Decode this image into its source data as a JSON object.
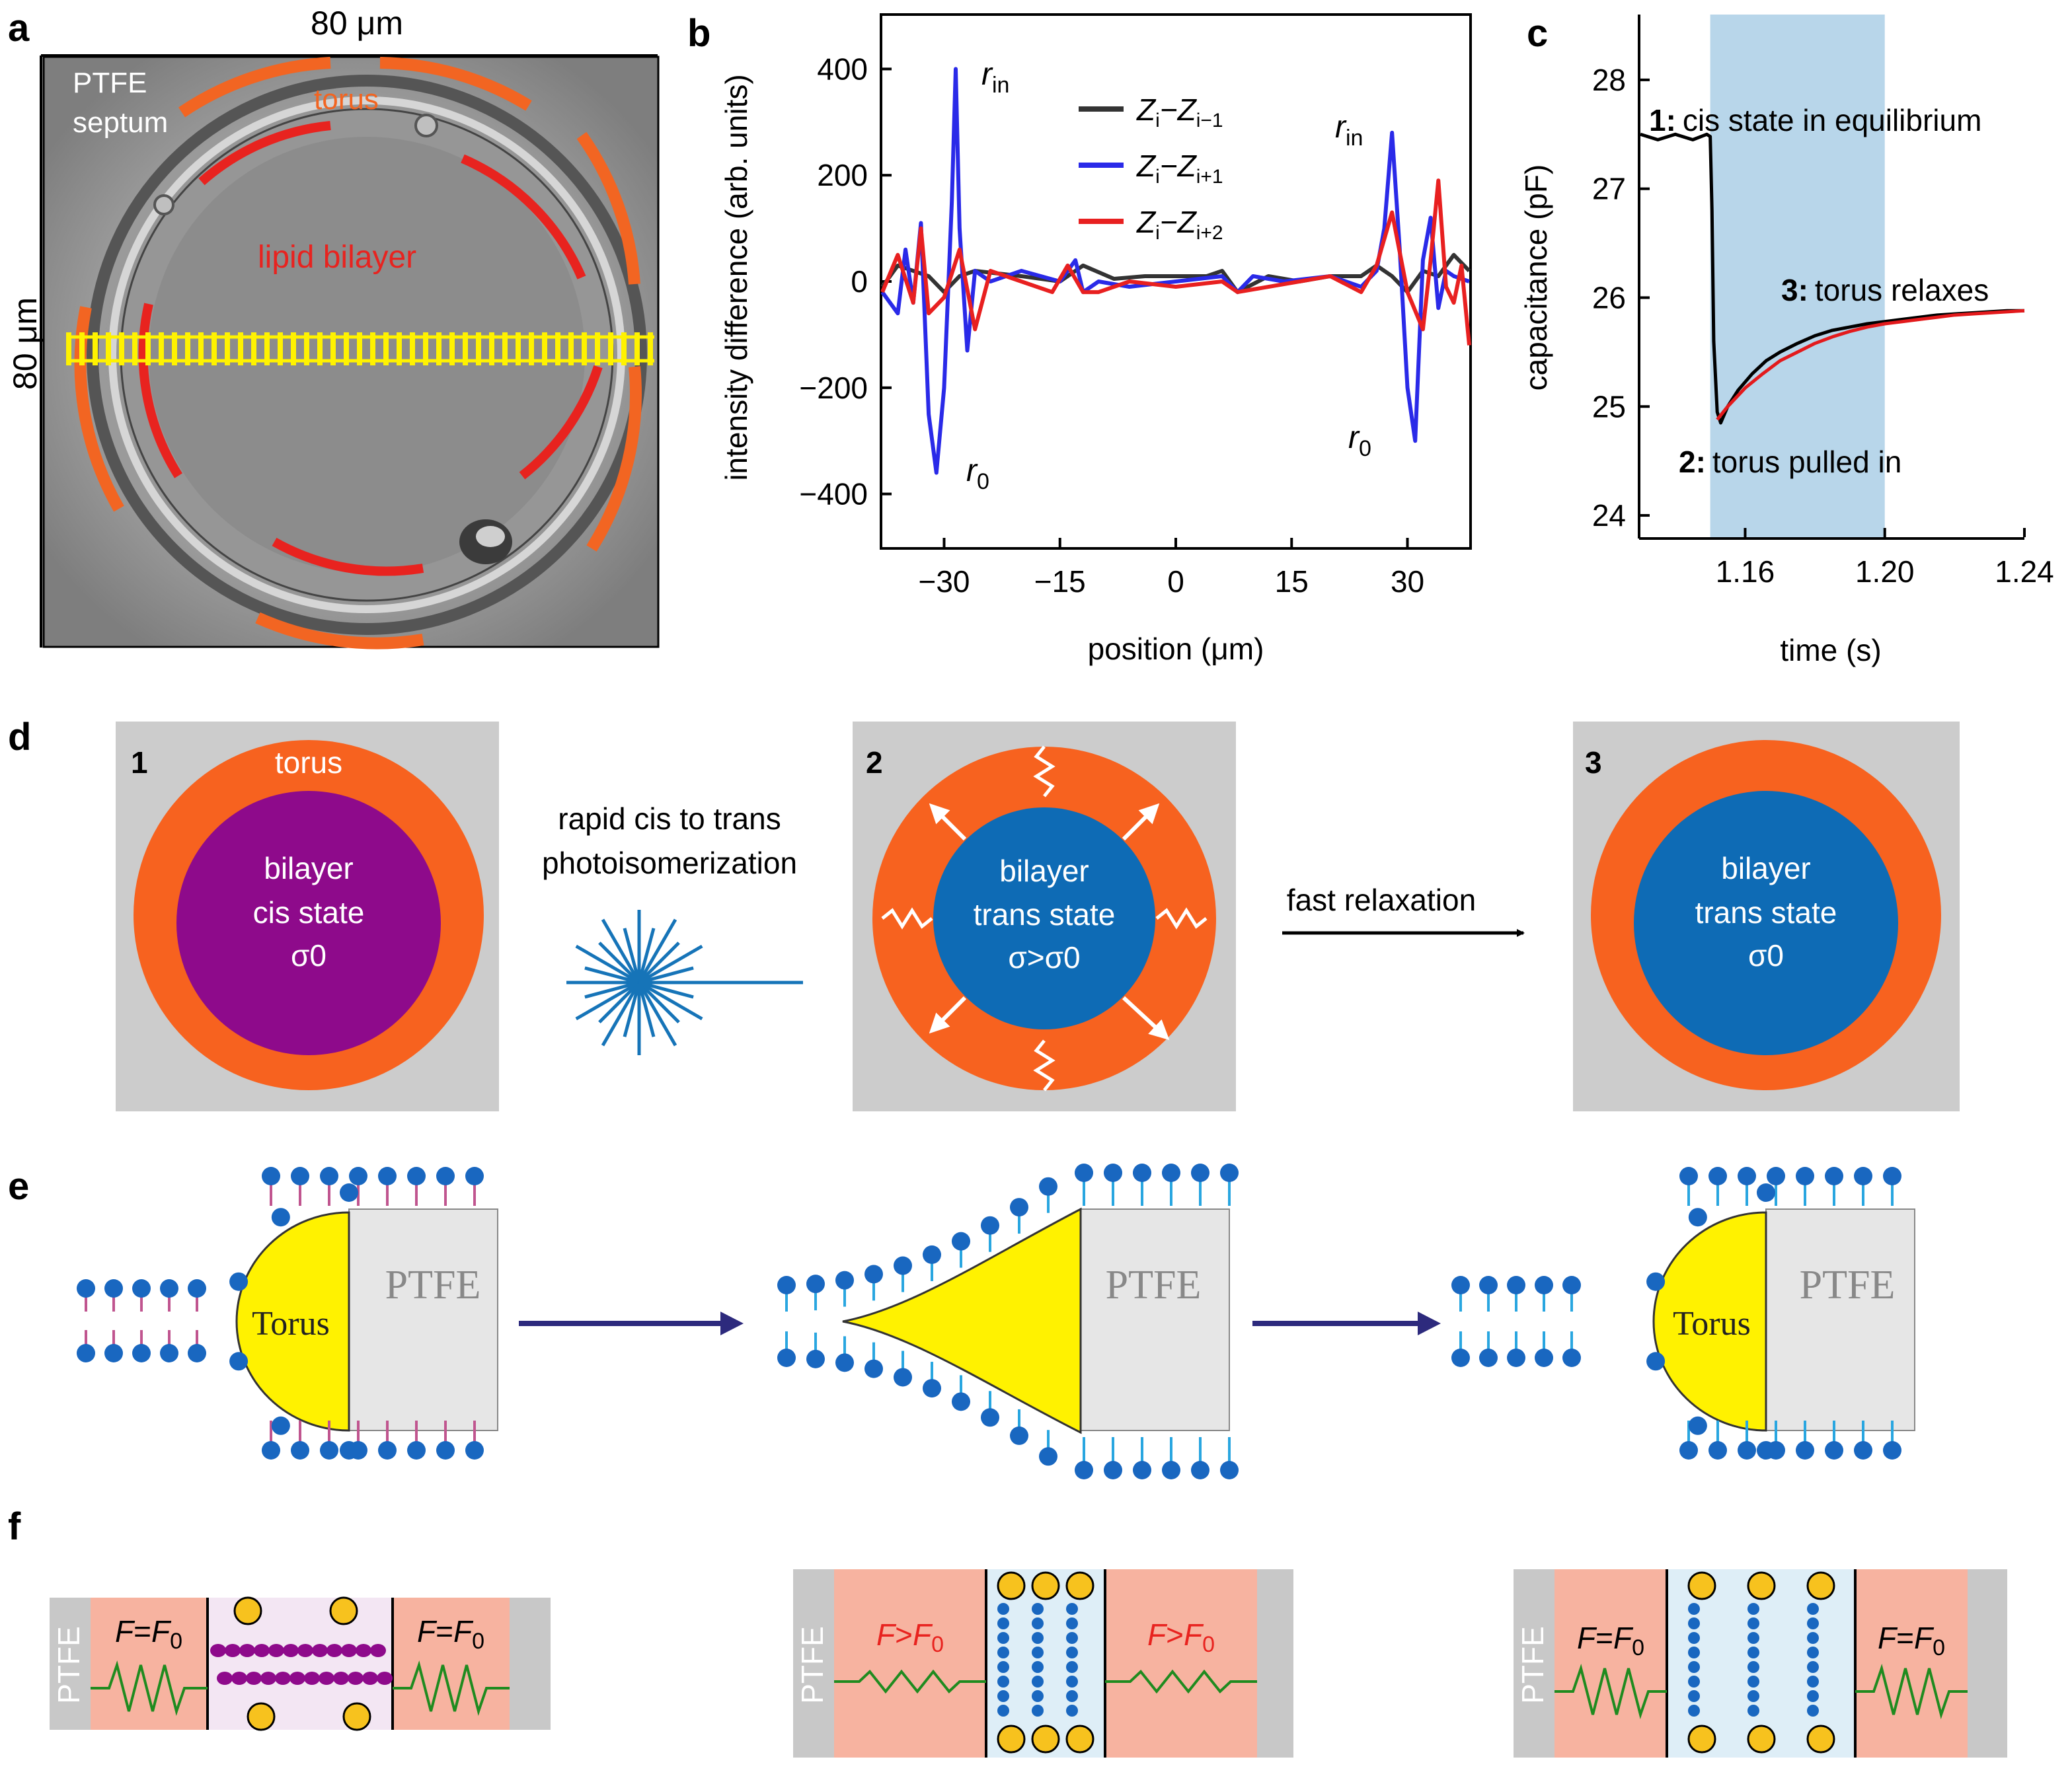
{
  "panel_letters": {
    "a": "a",
    "b": "b",
    "c": "c",
    "d": "d",
    "e": "e",
    "f": "f"
  },
  "panel_a": {
    "top_label": "80 μm",
    "side_label": "80 μm",
    "ptfe_label": "PTFE",
    "septum_label": "septum",
    "torus_label": "torus",
    "bilayer_label": "lipid bilayer",
    "colors": {
      "torus": "#f26522",
      "bilayer": "#e8231f",
      "line": "#fff200"
    }
  },
  "panel_b": {
    "ylabel": "intensity difference (arb. units)",
    "xlabel": "position (μm)",
    "x_ticks": [
      "−30",
      "−15",
      "0",
      "15",
      "30"
    ],
    "y_ticks": [
      "400",
      "200",
      "0",
      "−200",
      "−400"
    ],
    "legend": [
      "Zi−Zi−1",
      "Zi−Zi+1",
      "Zi−Zi+2"
    ],
    "legend_parts": [
      {
        "z1": "Z",
        "s1": "i",
        "mid": "−Z",
        "s2": "i−1"
      },
      {
        "z1": "Z",
        "s1": "i",
        "mid": "−Z",
        "s2": "i+1"
      },
      {
        "z1": "Z",
        "s1": "i",
        "mid": "−Z",
        "s2": "i+2"
      }
    ],
    "annotations": {
      "r_in": "r",
      "in": "in",
      "r_0": "r",
      "zero": "0"
    }
  },
  "panel_c": {
    "ylabel": "capacitance (pF)",
    "xlabel": "time (s)",
    "x_ticks": [
      "1.16",
      "1.20",
      "1.24"
    ],
    "y_ticks": [
      "28",
      "27",
      "26",
      "25",
      "24"
    ],
    "ann1_num": "1:",
    "ann1_text": "cis state in equilibrium",
    "ann2_num": "2:",
    "ann2_text": "torus pulled in",
    "ann3_num": "3:",
    "ann3_text": "torus relaxes",
    "colors": {
      "shade": "#b8d6ea",
      "fit": "#e31a1c",
      "data": "#000000"
    }
  },
  "chart_data": [
    {
      "type": "line",
      "title": "",
      "xlabel": "position (μm)",
      "ylabel": "intensity difference (arb. units)",
      "xlim": [
        -38,
        38
      ],
      "ylim": [
        -500,
        500
      ],
      "series": [
        {
          "name": "Zi−Zi−1",
          "color": "#333333",
          "x": [
            -38,
            -36,
            -34,
            -32,
            -30,
            -28,
            -26,
            -20,
            -15,
            -12,
            -8,
            -4,
            0,
            4,
            6,
            8,
            12,
            16,
            20,
            24,
            26,
            28,
            30,
            32,
            34,
            36,
            38
          ],
          "y": [
            -10,
            30,
            20,
            10,
            -20,
            10,
            20,
            10,
            0,
            30,
            5,
            10,
            10,
            10,
            20,
            -20,
            10,
            0,
            10,
            10,
            30,
            10,
            -20,
            20,
            10,
            50,
            20
          ]
        },
        {
          "name": "Zi−Zi+1",
          "color": "#2a2ae8",
          "x": [
            -38,
            -36,
            -35,
            -34,
            -33,
            -32,
            -31,
            -30,
            -29,
            -28.5,
            -28,
            -27,
            -26,
            -24,
            -20,
            -15,
            -13,
            -12,
            -10,
            -6,
            0,
            6,
            8,
            10,
            14,
            20,
            24,
            26,
            27,
            28,
            29,
            30,
            31,
            32,
            33,
            34,
            35,
            36,
            38
          ],
          "y": [
            -20,
            -60,
            60,
            -40,
            110,
            -250,
            -360,
            -200,
            150,
            400,
            100,
            -130,
            20,
            0,
            20,
            0,
            40,
            -20,
            0,
            -10,
            0,
            10,
            -20,
            10,
            0,
            10,
            -10,
            20,
            100,
            280,
            60,
            -200,
            -300,
            40,
            120,
            -50,
            20,
            10,
            0
          ]
        },
        {
          "name": "Zi−Zi+2",
          "color": "#e82020",
          "x": [
            -38,
            -36,
            -34,
            -33,
            -32,
            -30,
            -28,
            -26,
            -24,
            -20,
            -16,
            -14,
            -12,
            -10,
            -6,
            0,
            6,
            8,
            12,
            16,
            20,
            24,
            26,
            28,
            30,
            32,
            33,
            34,
            35,
            36,
            37,
            38
          ],
          "y": [
            -20,
            50,
            -40,
            100,
            -60,
            -30,
            60,
            -90,
            20,
            0,
            -20,
            30,
            -20,
            -20,
            0,
            -10,
            0,
            -20,
            -10,
            0,
            10,
            -20,
            30,
            130,
            -20,
            -90,
            40,
            190,
            -10,
            -40,
            30,
            -120
          ]
        }
      ]
    },
    {
      "type": "line",
      "title": "",
      "xlabel": "time (s)",
      "ylabel": "capacitance (pF)",
      "xlim": [
        1.13,
        1.24
      ],
      "ylim": [
        23.8,
        28.6
      ],
      "shaded_region": [
        1.15,
        1.2
      ],
      "series": [
        {
          "name": "",
          "color": "#000000",
          "x": [
            1.13,
            1.135,
            1.14,
            1.145,
            1.149,
            1.15,
            1.1505,
            1.151,
            1.152,
            1.153,
            1.155,
            1.158,
            1.162,
            1.166,
            1.17,
            1.175,
            1.18,
            1.185,
            1.19,
            1.195,
            1.2,
            1.205,
            1.21,
            1.215,
            1.22,
            1.225,
            1.23,
            1.235,
            1.24
          ],
          "y": [
            27.5,
            27.45,
            27.5,
            27.45,
            27.5,
            27.48,
            26.8,
            25.6,
            24.95,
            24.85,
            25.0,
            25.15,
            25.3,
            25.42,
            25.5,
            25.58,
            25.65,
            25.7,
            25.73,
            25.76,
            25.78,
            25.8,
            25.82,
            25.84,
            25.85,
            25.86,
            25.87,
            25.88,
            25.88
          ]
        },
        {
          "name": "",
          "color": "#e31a1c",
          "x": [
            1.152,
            1.155,
            1.16,
            1.165,
            1.17,
            1.175,
            1.18,
            1.185,
            1.19,
            1.195,
            1.2,
            1.205,
            1.21,
            1.215,
            1.22,
            1.225,
            1.23,
            1.235,
            1.24
          ],
          "y": [
            24.88,
            25.0,
            25.17,
            25.3,
            25.42,
            25.5,
            25.58,
            25.64,
            25.69,
            25.73,
            25.76,
            25.78,
            25.8,
            25.82,
            25.84,
            25.85,
            25.86,
            25.87,
            25.88
          ]
        }
      ]
    }
  ],
  "panel_d": {
    "step1_num": "1",
    "step2_num": "2",
    "step3_num": "3",
    "torus_label": "torus",
    "s1_lines": [
      "bilayer",
      "cis state",
      "σ0"
    ],
    "s2_lines": [
      "bilayer",
      "trans state",
      "σ>σ0"
    ],
    "s3_lines": [
      "bilayer",
      "trans state",
      "σ0"
    ],
    "arrow1_lines": [
      "rapid cis to trans",
      "photoisomerization"
    ],
    "arrow2_label": "fast relaxation",
    "colors": {
      "torus": "#f7621f",
      "cis": "#8e0a8b",
      "trans": "#0e6bb5",
      "box": "#cccccc",
      "burst": "#1674b8"
    }
  },
  "panel_e": {
    "ptfe_label": "PTFE",
    "torus_label": "Torus",
    "colors": {
      "head": "#1967c0",
      "cis_tail": "#c0558f",
      "trans_tail": "#29a6e0",
      "torus": "#fff200",
      "ptfe": "#e6e6e6",
      "arrow": "#2d2a7d"
    }
  },
  "panel_f": {
    "ptfe_label": "PTFE",
    "eq_F": "F",
    "eq_op": "=",
    "eq_F0": "F",
    "eq_sub": "0",
    "gt_op": ">",
    "colors": {
      "spring_box": "#f7b3a0",
      "spring": "#1f8b1f",
      "cis_mol": "#8e0a8b",
      "trans_mol": "#1967c0",
      "head": "#f7c21e",
      "gt_text": "#e8231f"
    }
  }
}
